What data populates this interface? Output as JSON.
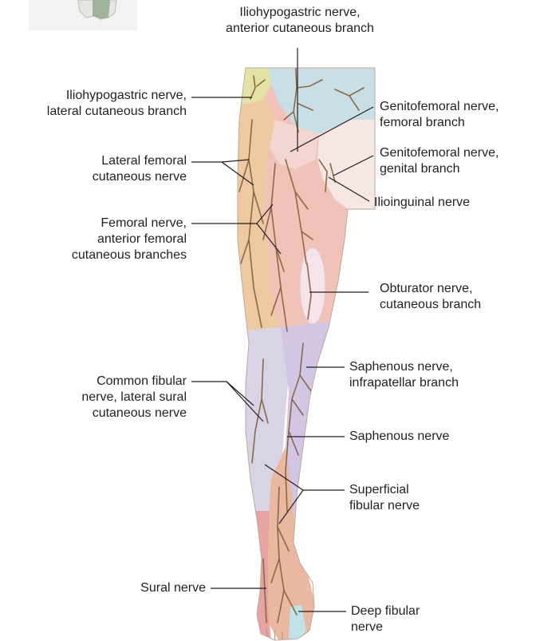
{
  "labels": {
    "iliohypogastric_anterior": {
      "line1": "Iliohypogastric nerve,",
      "line2": "anterior cutaneous branch"
    },
    "iliohypogastric_lateral": {
      "line1": "Iliohypogastric nerve,",
      "line2": "lateral cutaneous branch"
    },
    "genitofemoral_femoral": {
      "line1": "Genitofemoral nerve,",
      "line2": "femoral branch"
    },
    "genitofemoral_genital": {
      "line1": "Genitofemoral nerve,",
      "line2": "genital branch"
    },
    "lateral_femoral_cutaneous": {
      "line1": "Lateral femoral",
      "line2": "cutaneous nerve"
    },
    "ilioinguinal": {
      "line1": "Ilioinguinal nerve"
    },
    "femoral_anterior": {
      "line1": "Femoral nerve,",
      "line2": "anterior femoral",
      "line3": "cutaneous branches"
    },
    "obturator": {
      "line1": "Obturator nerve,",
      "line2": "cutaneous branch"
    },
    "saphenous_infrapatellar": {
      "line1": "Saphenous nerve,",
      "line2": "infrapatellar branch"
    },
    "common_fibular": {
      "line1": "Common fibular",
      "line2": "nerve, lateral sural",
      "line3": "cutaneous nerve"
    },
    "saphenous": {
      "line1": "Saphenous nerve"
    },
    "superficial_fibular": {
      "line1": "Superficial",
      "line2": "fibular nerve"
    },
    "sural": {
      "line1": "Sural nerve"
    },
    "deep_fibular": {
      "line1": "Deep fibular",
      "line2": "nerve"
    }
  },
  "region_colors": {
    "iliohypogastric_lateral": "#e4e3a6",
    "iliohypogastric_anterior": "#c9dfe8",
    "lateral_femoral_cutaneous": "#efc9a2",
    "femoral": "#f0c2b8",
    "genitofemoral": "#f3d6d2",
    "ilioinguinal": "#f6e6e4",
    "obturator": "#f4d9e0",
    "common_fibular": "#d9d3e6",
    "saphenous": "#d2c6e4",
    "superficial_fibular": "#eab7a0",
    "sural": "#e7a4a2",
    "deep_fibular": "#bfe3e8",
    "nerve": "#8a6a45",
    "leader": "#231f20"
  }
}
